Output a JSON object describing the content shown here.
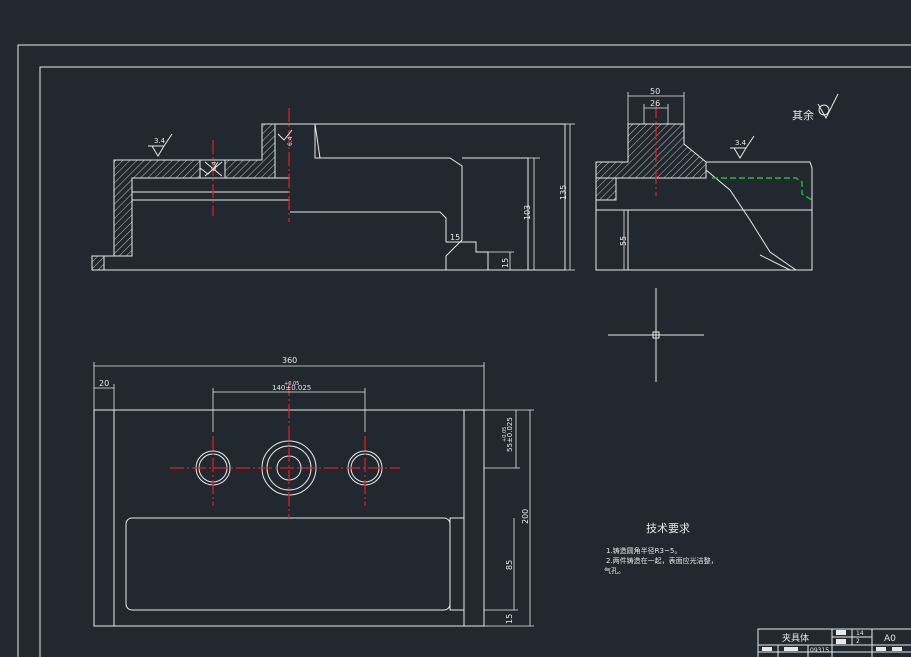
{
  "colors": {
    "background": "#212830",
    "line": "#e8e8e8",
    "centerline": "#e0201e",
    "hidden": "#1fbf2a"
  },
  "dims": {
    "front_roughness": "3.4",
    "front_roughness2": "6.4",
    "front_roughness3": "6.4",
    "front_15_a": "15",
    "front_15_b": "15",
    "front_103": "103",
    "front_135": "135",
    "side_50": "50",
    "side_26": "26",
    "side_roughness": "3.4",
    "side_55": "55",
    "top_360": "360",
    "top_20": "20",
    "top_140": "140±0.025",
    "top_140_tol": "+0.05",
    "top_55": "55±0.025",
    "top_55_tol": "+0.05",
    "top_200": "200",
    "top_85": "85",
    "top_15": "15"
  },
  "rest_roughness": "其余",
  "tech": {
    "title": "技术要求",
    "line1": "1.铸造圆角半径R3~5。",
    "line2": "2.两件铸造在一起，表面应光洁整，",
    "line3": "气孔。"
  },
  "title_block": {
    "name": "夹具体",
    "sheet": "A0",
    "code": "09315",
    "cell_a": "14",
    "cell_b": "2"
  }
}
